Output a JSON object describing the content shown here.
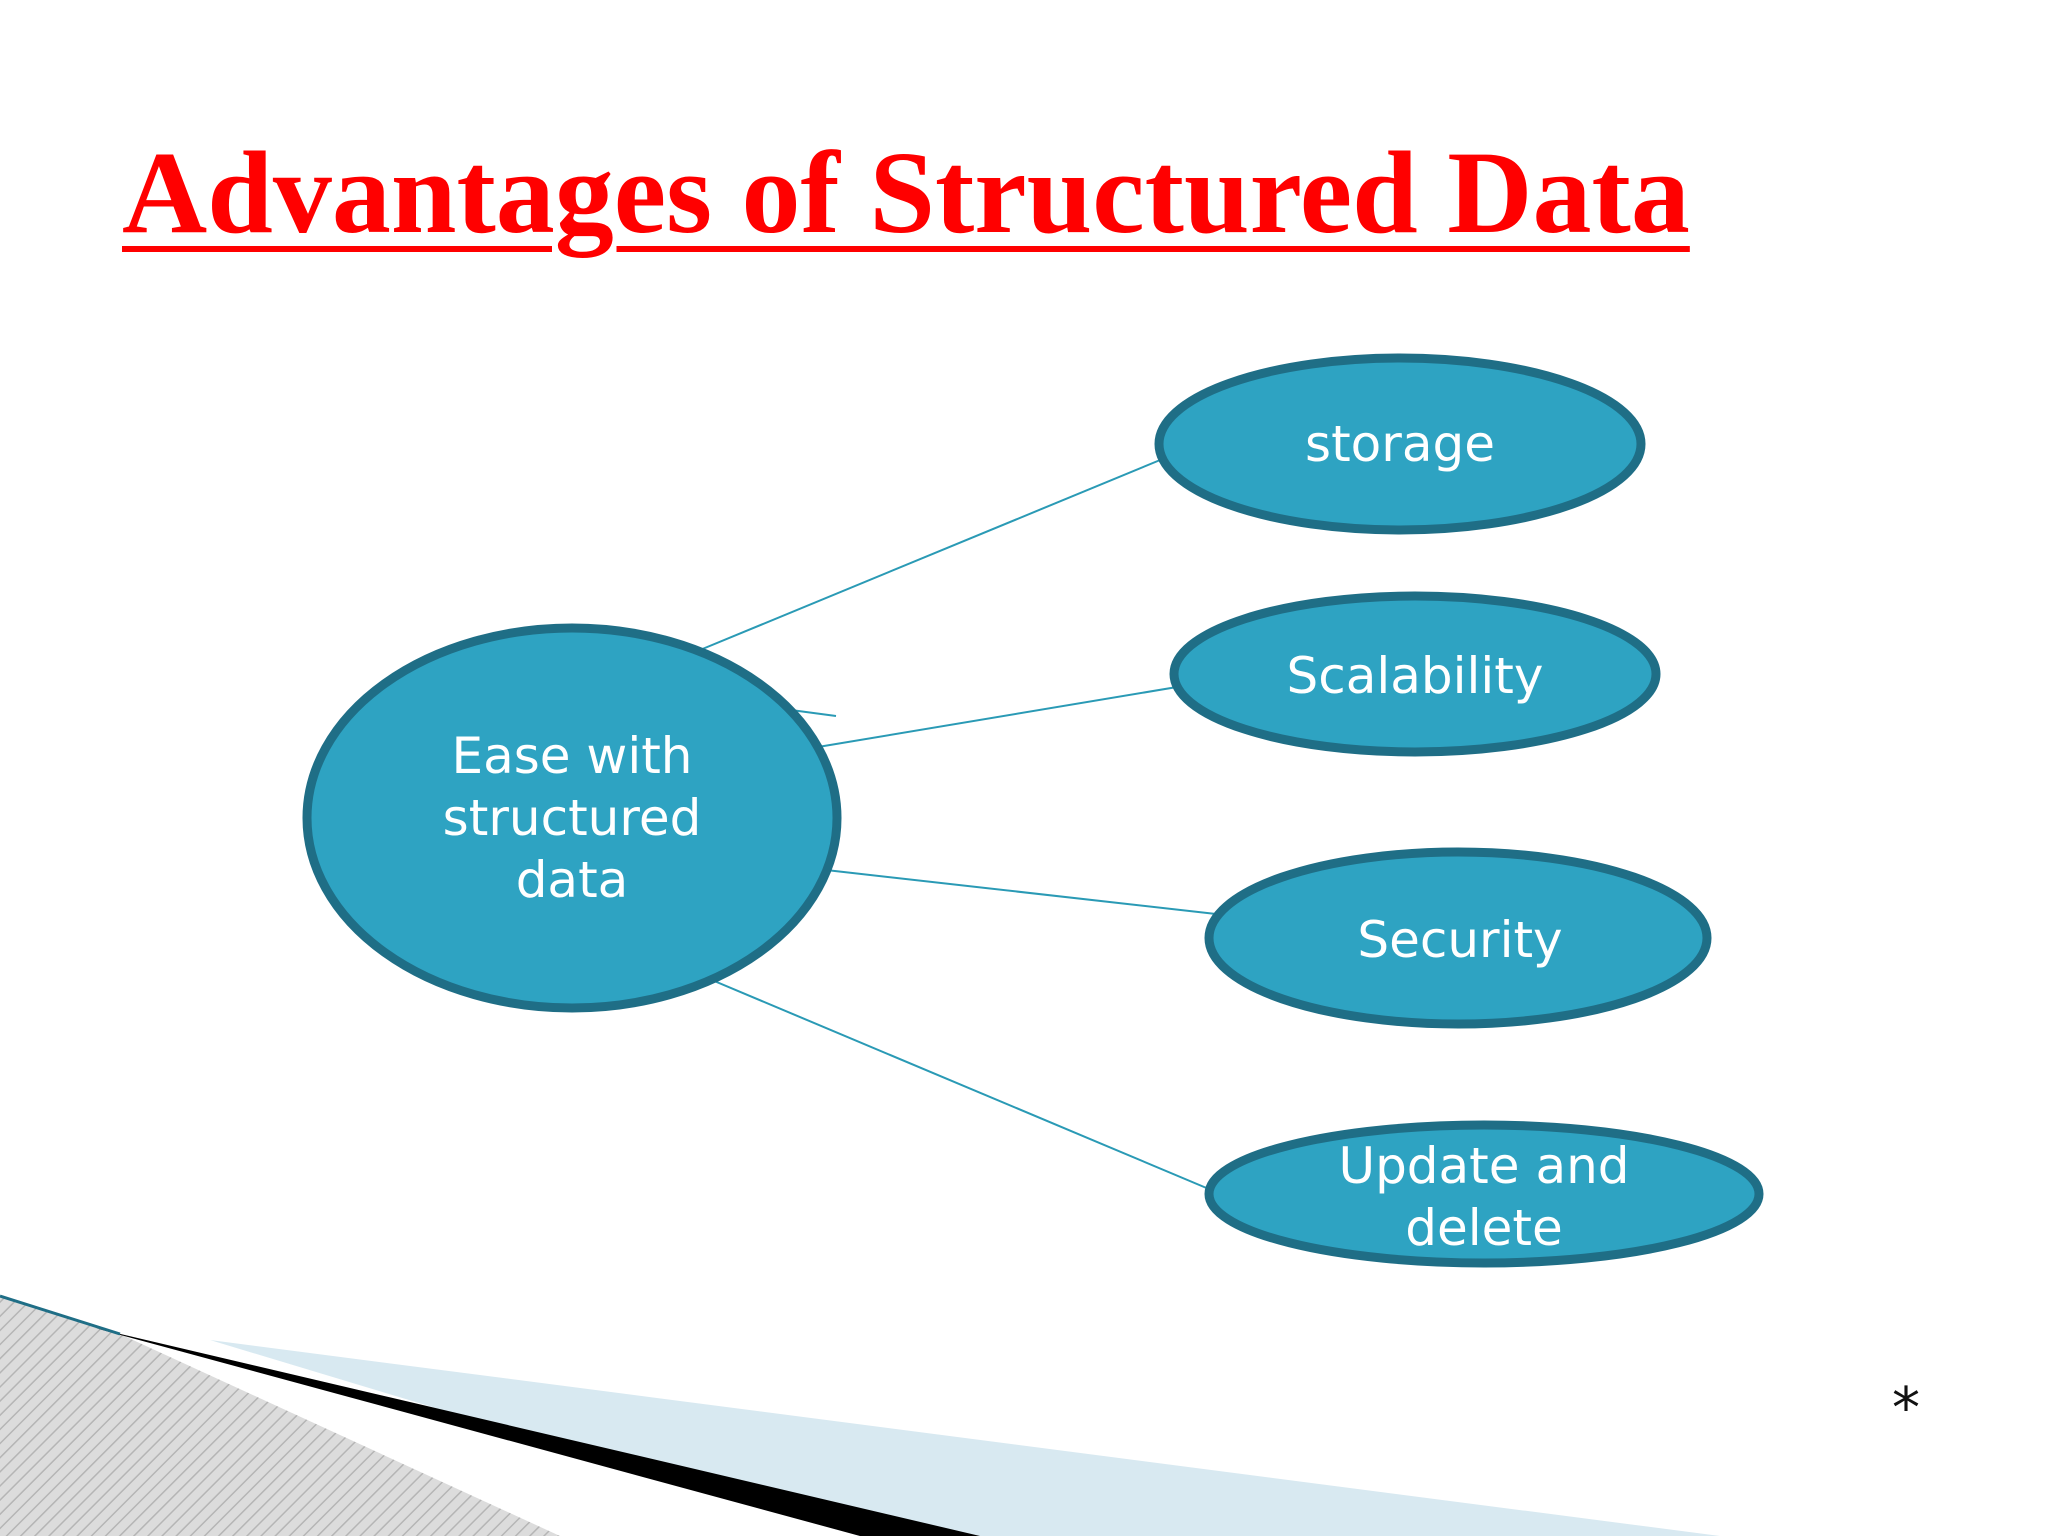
{
  "slide": {
    "title": "Advantages of Structured Data",
    "footer_mark": "*"
  },
  "diagram": {
    "center": {
      "label_lines": [
        "Ease with",
        "structured",
        "data"
      ]
    },
    "branches": [
      {
        "label_lines": [
          "storage"
        ]
      },
      {
        "label_lines": [
          "Scalability"
        ]
      },
      {
        "label_lines": [
          "Security"
        ]
      },
      {
        "label_lines": [
          "Update and",
          "delete"
        ]
      }
    ]
  },
  "colors": {
    "title": "#ff0000",
    "node_fill": "#2ea3c2",
    "node_border": "#1f6e86",
    "connector": "#2a9ab5",
    "node_text": "#ffffff"
  }
}
